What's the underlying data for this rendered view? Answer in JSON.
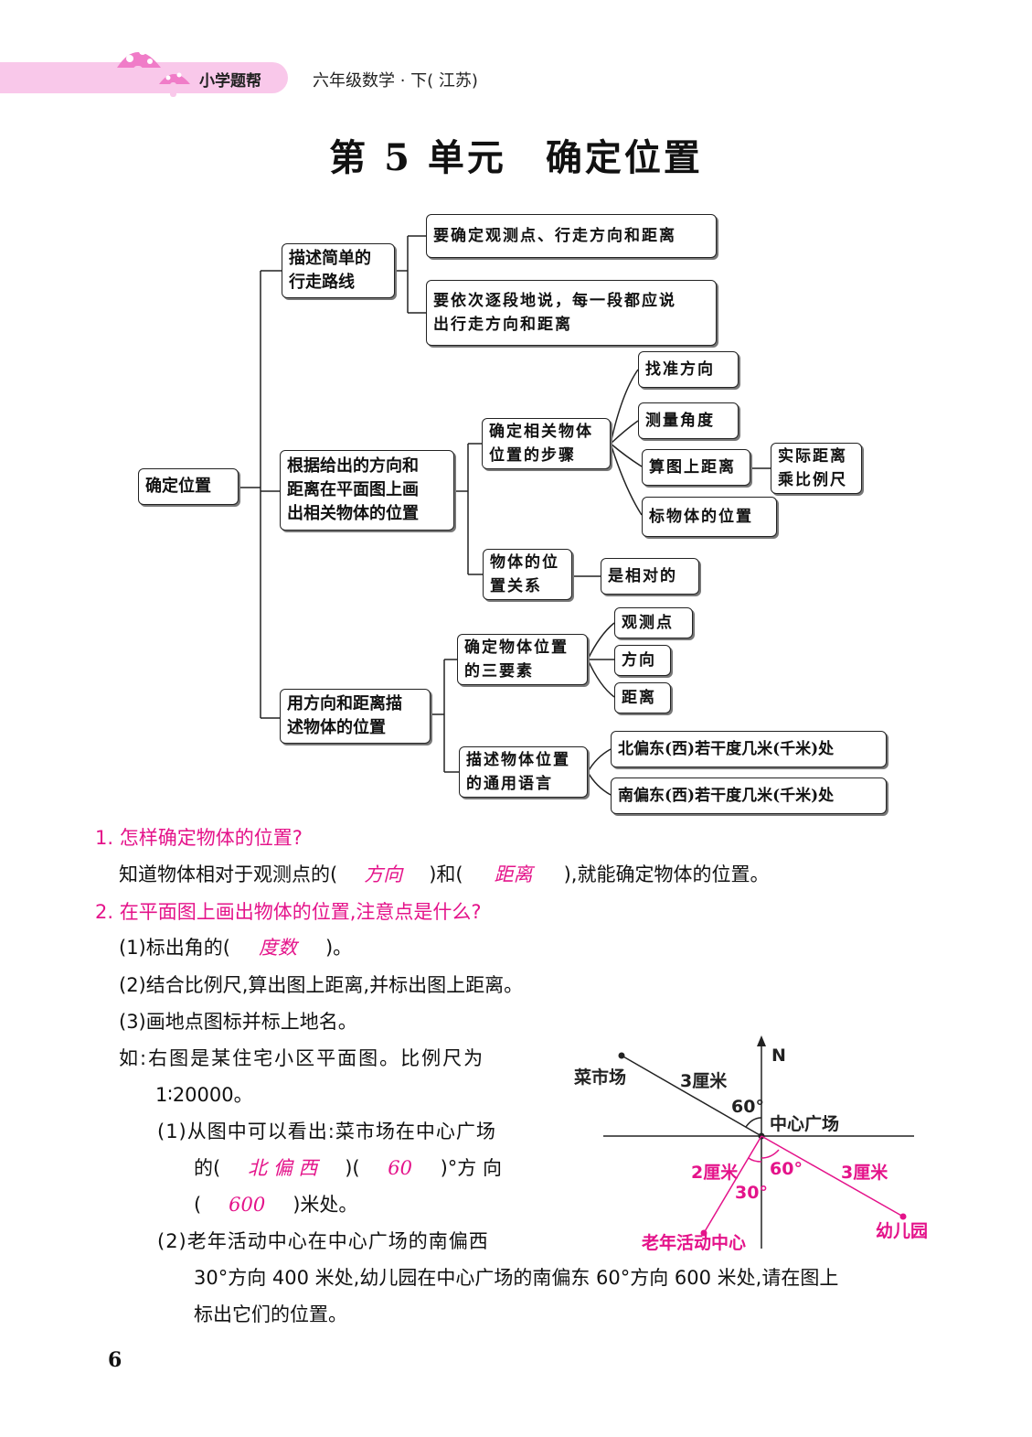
{
  "header": {
    "brand": "小学题帮",
    "book": "六年级数学 · 下( 江苏)"
  },
  "title": "第 5 单元　确定位置",
  "mindmap": {
    "root": "确定位置",
    "b1": {
      "label": [
        "描述简单的",
        "行走路线"
      ],
      "c1": [
        "要确定观测点、行走方向和距离"
      ],
      "c2": [
        "要依次逐段地说，每一段都应说",
        "出行走方向和距离"
      ]
    },
    "b2": {
      "label": [
        "根据给出的方向和",
        "距离在平面图上画",
        "出相关物体的位置"
      ],
      "steps": {
        "label": [
          "确定相关物体",
          "位置的步骤"
        ],
        "s1": "找准方向",
        "s2": "测量角度",
        "s3": "算图上距离",
        "s3b": [
          "实际距离",
          "乘比例尺"
        ],
        "s4": "标物体的位置"
      },
      "rel": {
        "label": [
          "物体的位",
          "置关系"
        ],
        "r1": "是相对的"
      }
    },
    "b3": {
      "label": [
        "用方向和距离描",
        "述物体的位置"
      ],
      "elem": {
        "label": [
          "确定物体位置",
          "的三要素"
        ],
        "e1": "观测点",
        "e2": "方向",
        "e3": "距离"
      },
      "lang": {
        "label": [
          "描述物体位置",
          "的通用语言"
        ],
        "l1": "北偏东(西)若干度几米(千米)处",
        "l2": "南偏东(西)若干度几米(千米)处"
      }
    }
  },
  "q1": {
    "title": "1. 怎样确定物体的位置?",
    "text_a": "知道物体相对于观测点的(",
    "ans1": "方向",
    "text_b": ")和(",
    "ans2": "距离",
    "text_c": "),就能确定物体的位置。"
  },
  "q2": {
    "title": "2. 在平面图上画出物体的位置,注意点是什么?",
    "p1_a": "(1)标出角的(",
    "p1_ans": "度数",
    "p1_b": ")。",
    "p2": "(2)结合比例尺,算出图上距离,并标出图上距离。",
    "p3": "(3)画地点图标并标上地名。",
    "ex_line1": "如:右图是某住宅小区平面图。比例尺为",
    "ex_line2": "1∶20000。",
    "e1_line1": "(1)从图中可以看出:菜市场在中心广场",
    "e1_a": "的(",
    "e1_ans1": "北 偏 西",
    "e1_b": ")(",
    "e1_ans2": "60",
    "e1_c": ")°方 向",
    "e1_d": "(",
    "e1_ans3": "600",
    "e1_e": ")米处。",
    "e2_line1": "(2)老年活动中心在中心广场的南偏西",
    "e2_line2": "30°方向 400 米处,幼儿园在中心广场的南偏东 60°方向 600 米处,请在图上",
    "e2_line3": "标出它们的位置。"
  },
  "diagram": {
    "north": "N",
    "center": "中心广场",
    "market": "菜市场",
    "market_dist": "3厘米",
    "market_angle": "60°",
    "elder_center": "老年活动中心",
    "elder_dist": "2厘米",
    "elder_angle": "30°",
    "kindergarten": "幼儿园",
    "kg_dist": "3厘米",
    "kg_angle": "60°",
    "answer_color": "#e4138a"
  },
  "page_number": "6"
}
